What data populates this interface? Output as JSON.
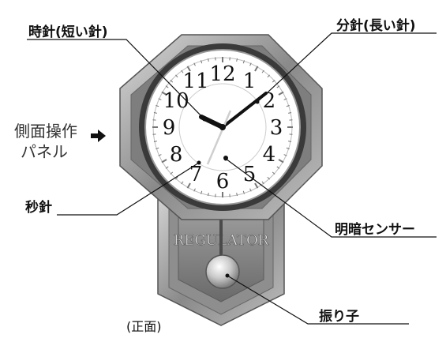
{
  "labels": {
    "hour_hand": "時針(短い針)",
    "minute_hand": "分針(長い針)",
    "side_panel_line1": "側面操作",
    "side_panel_line2": "パネル",
    "second_hand": "秒針",
    "light_sensor": "明暗センサー",
    "front_view": "(正面)",
    "pendulum": "振り子"
  },
  "dial": {
    "numerals": [
      "12",
      "1",
      "2",
      "3",
      "4",
      "5",
      "6",
      "7",
      "8",
      "9",
      "10",
      "11"
    ],
    "brand": "REGULATOR"
  },
  "icons": {
    "arrow": "right-arrow-icon"
  }
}
